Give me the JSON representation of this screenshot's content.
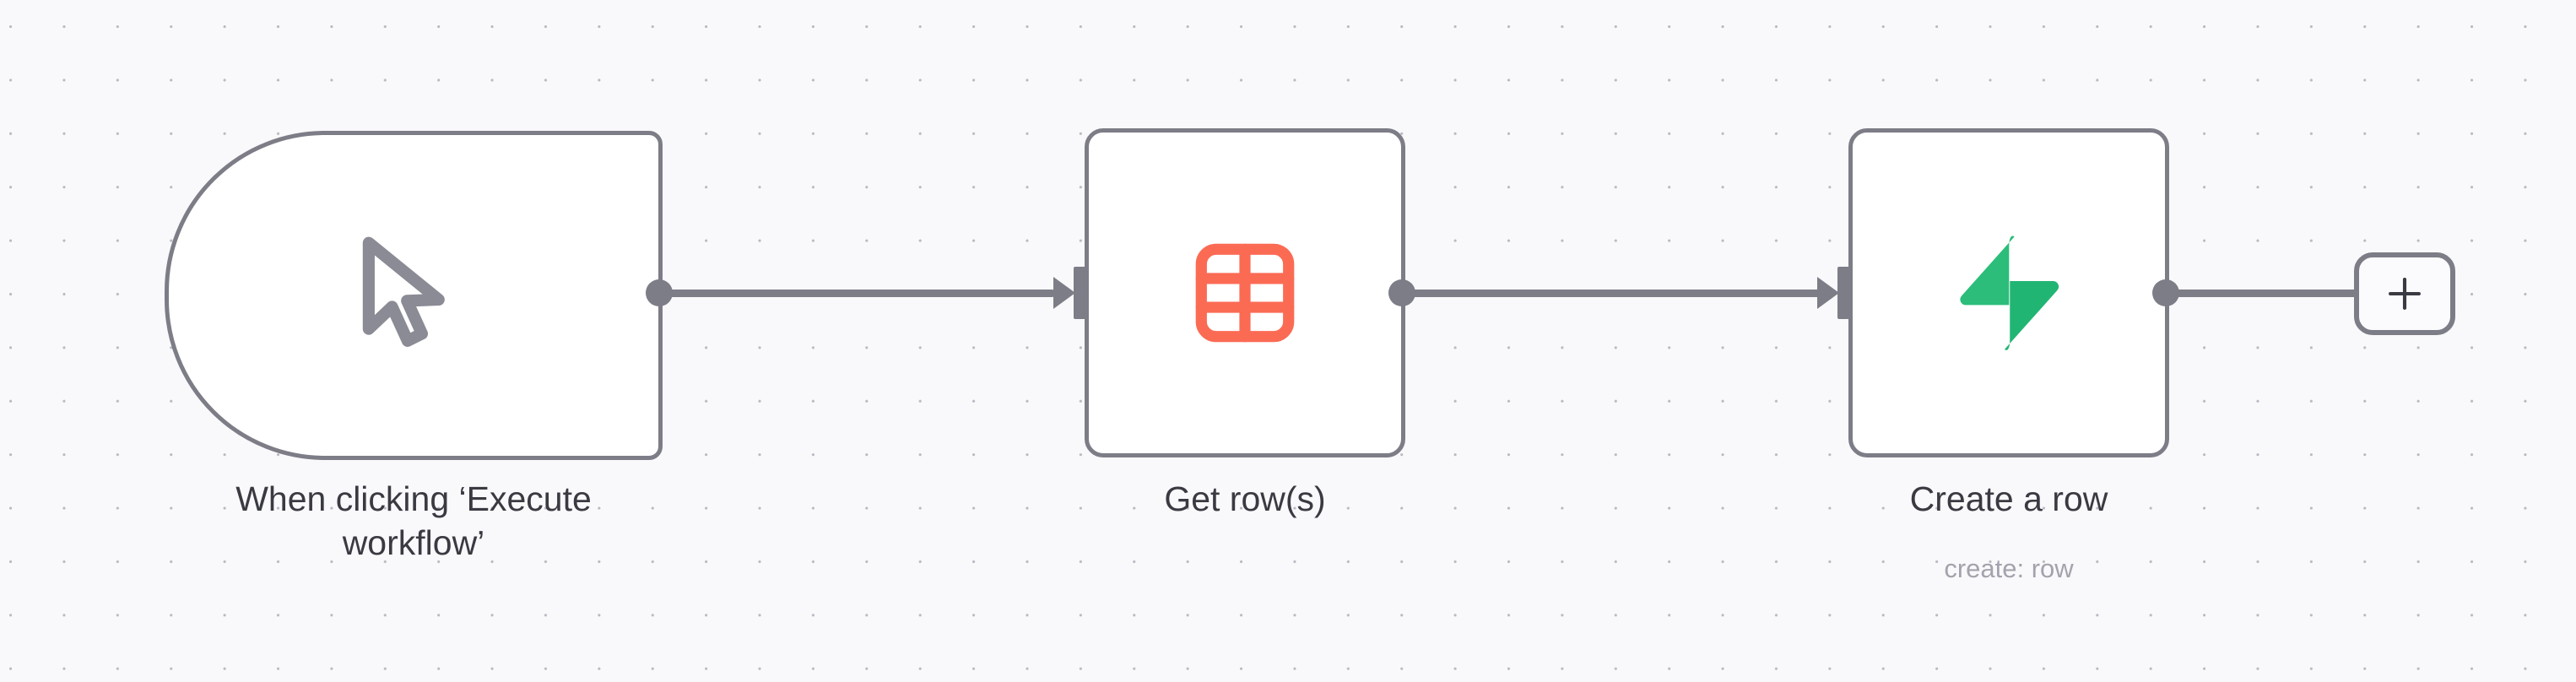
{
  "canvas": {
    "background_color": "#f9f9fb",
    "grid_dot_color": "#b9b9c3",
    "node_border_color": "#7d7d87",
    "connector_color": "#7d7d87"
  },
  "trigger_marker": {
    "icon": "lightning-bolt-icon",
    "color": "#f5634a"
  },
  "nodes": [
    {
      "id": "manual-trigger",
      "label": "When clicking ‘Execute\nworkflow’",
      "sublabel": "",
      "icon": "mouse-pointer-icon",
      "icon_color": "#8b8b95",
      "type": "trigger"
    },
    {
      "id": "get-rows",
      "label": "Get row(s)",
      "sublabel": "",
      "icon": "table-grid-icon",
      "icon_color": "#fb6b54",
      "type": "action"
    },
    {
      "id": "create-a-row",
      "label": "Create a row",
      "sublabel": "create: row",
      "icon": "supabase-bolt-icon",
      "icon_color": "#26b871",
      "type": "action"
    }
  ],
  "add_node_button": {
    "label": "+",
    "icon": "plus-icon"
  }
}
